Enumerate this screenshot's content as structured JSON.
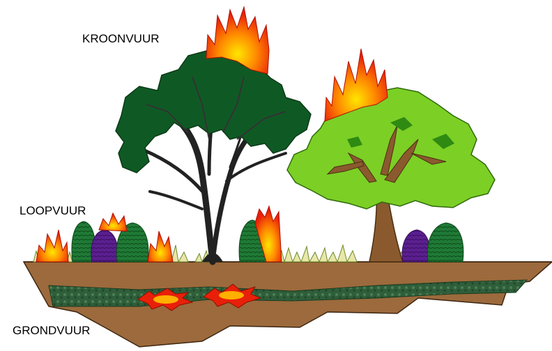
{
  "labels": {
    "crown_fire": "KROONVUUR",
    "surface_fire": "LOOPVUUR",
    "ground_fire": "GRONDVUUR"
  },
  "colors": {
    "soil": "#9c6a3c",
    "soil_dark": "#6b4423",
    "organic_layer": "#2f5e3a",
    "tree_dark_foliage": "#0f5a24",
    "tree_light_foliage": "#7ccf25",
    "trunk_dark": "#333333",
    "trunk_brown": "#8a5a2e",
    "flame_red": "#e8200a",
    "flame_orange": "#ff8a00",
    "flame_yellow": "#ffe600",
    "shrub_green": "#1f7a35",
    "shrub_purple": "#5b1f8f",
    "grass": "#e9e6a8"
  }
}
